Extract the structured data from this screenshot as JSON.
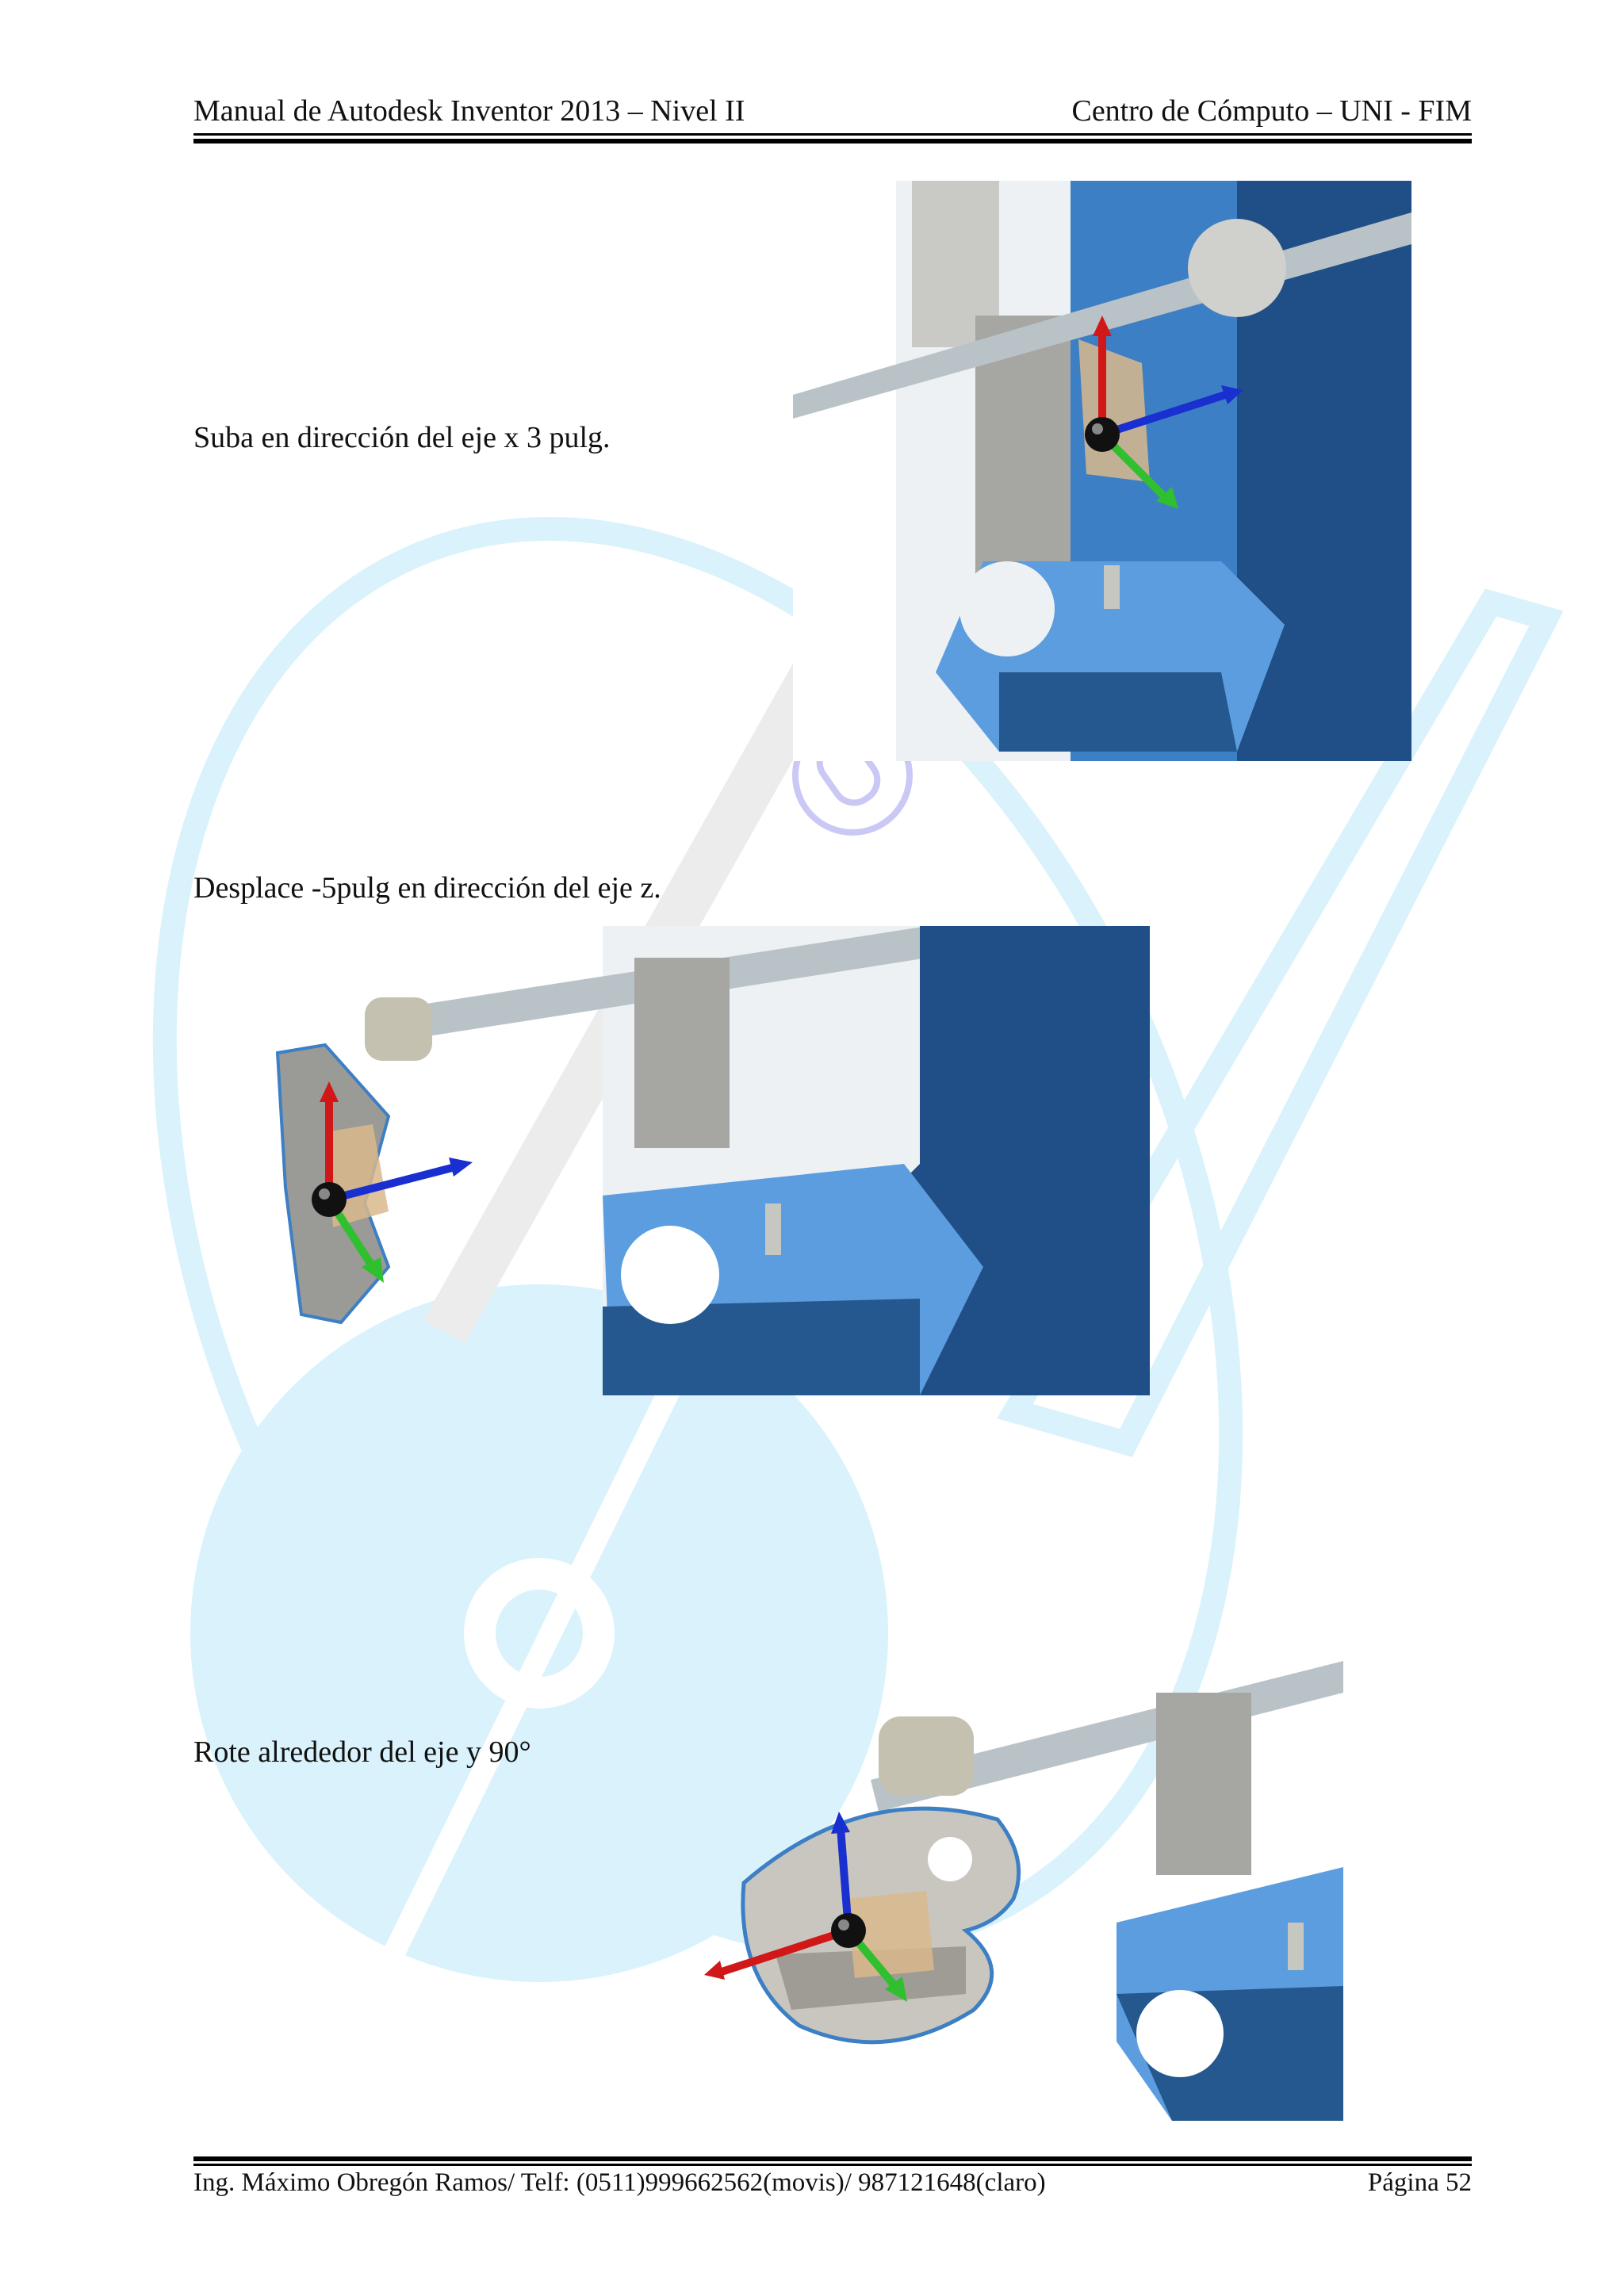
{
  "header": {
    "left": "Manual de Autodesk Inventor 2013 – Nivel II",
    "right": "Centro de Cómputo – UNI - FIM"
  },
  "steps": [
    {
      "text": "Suba en dirección del eje x 3 pulg."
    },
    {
      "text": "Desplace -5pulg en dirección del eje z."
    },
    {
      "text": "Rote alrededor del eje y 90°"
    }
  ],
  "footer": {
    "left": "Ing. Máximo Obregón Ramos/ Telf: (0511)999662562(movis)/ 987121648(claro)",
    "right": "Página 52"
  },
  "colors": {
    "part_blue": "#3d7fc4",
    "part_blue_dark": "#1f4f86",
    "part_gray": "#a6a6a2",
    "axis_x_red": "#d11818",
    "axis_y_green": "#2fbf2f",
    "axis_z_blue": "#1a2fd0",
    "watermark": "#cdeefa"
  },
  "icons": [
    "watermark-logo",
    "triad-x-axis-arrow",
    "triad-y-axis-arrow",
    "triad-z-axis-arrow",
    "triad-origin-sphere"
  ]
}
